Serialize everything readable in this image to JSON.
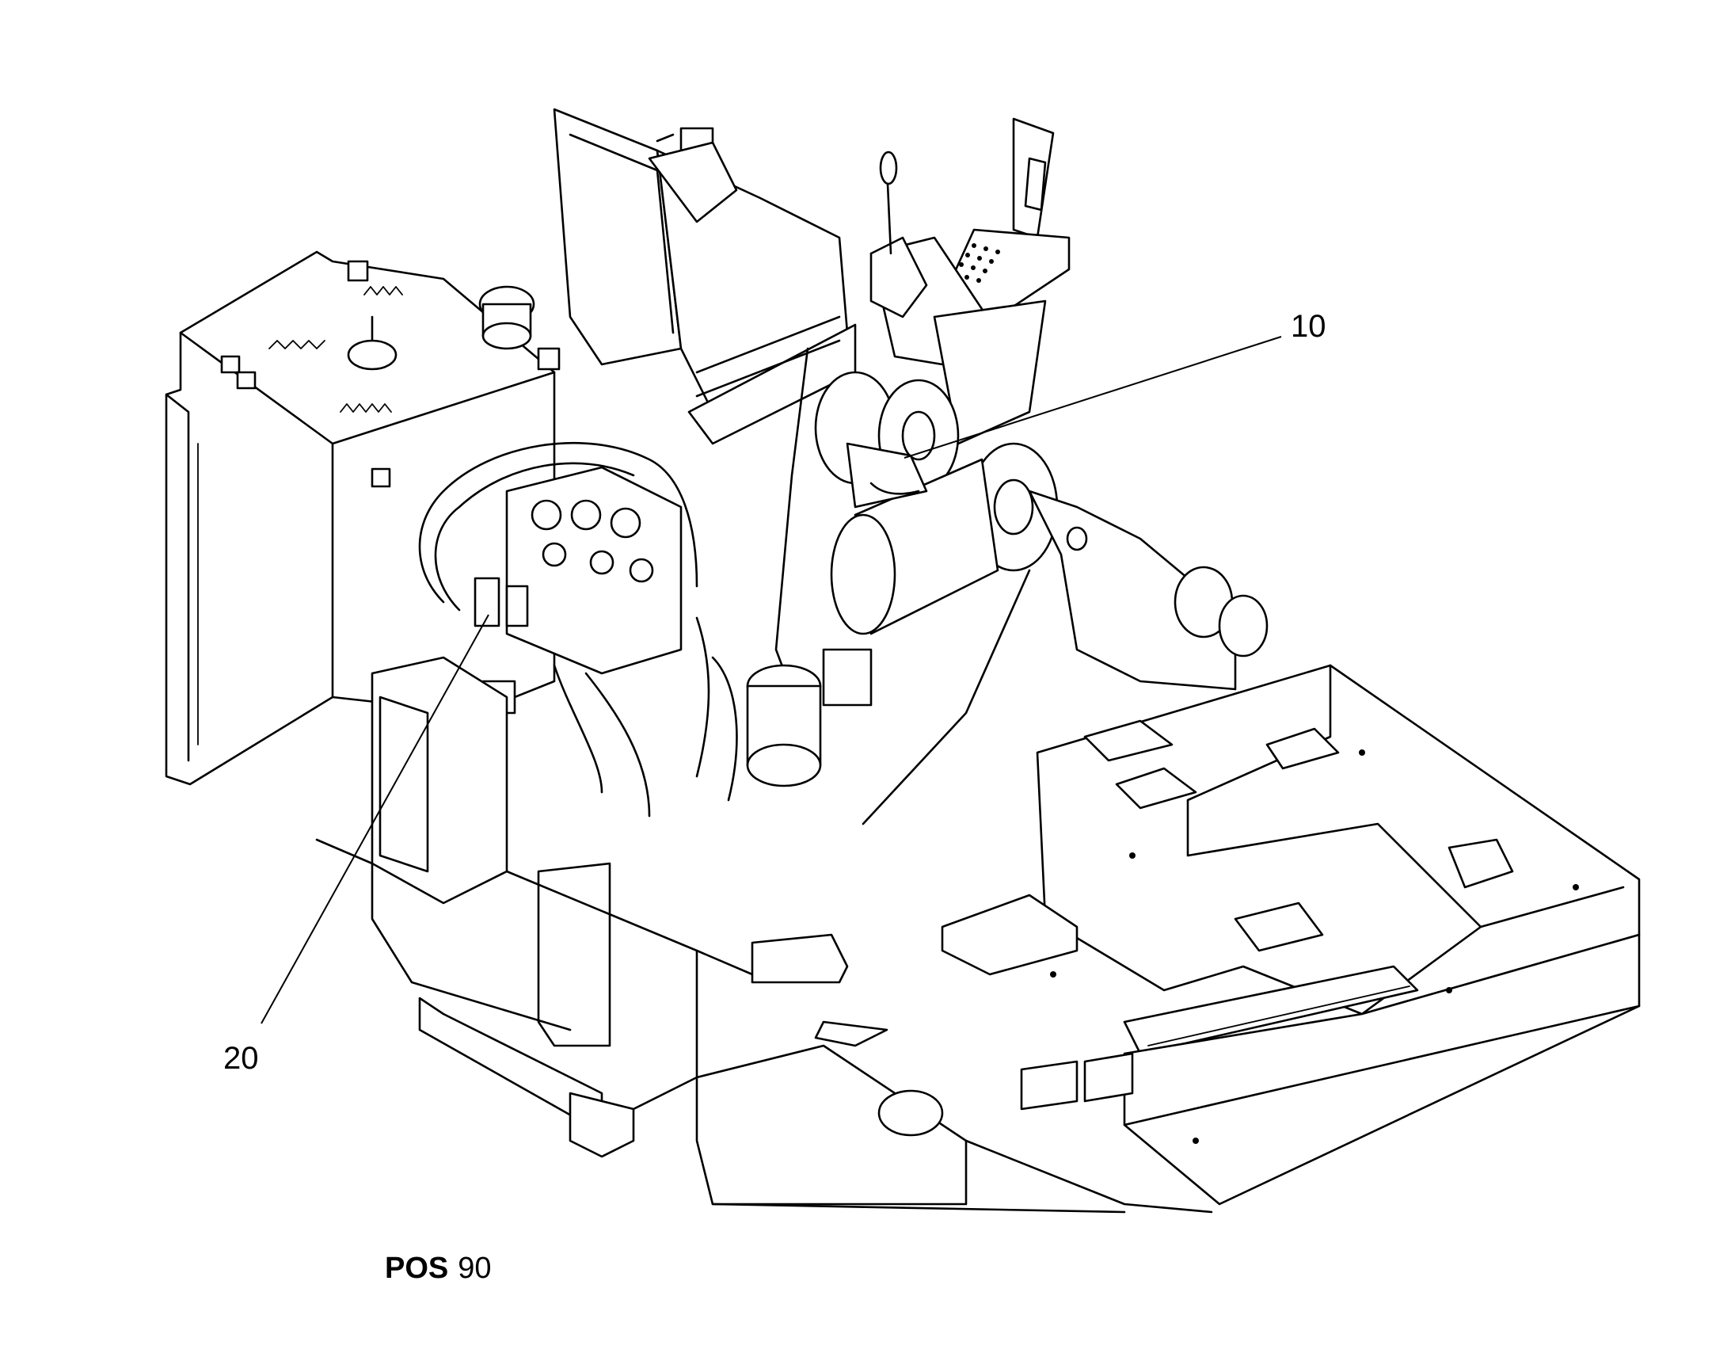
{
  "callouts": [
    {
      "id": "10",
      "label": "10"
    },
    {
      "id": "20",
      "label": "20"
    }
  ],
  "position_label": {
    "prefix": "POS",
    "number": "90"
  },
  "colors": {
    "line": "#000000",
    "background": "#ffffff"
  }
}
